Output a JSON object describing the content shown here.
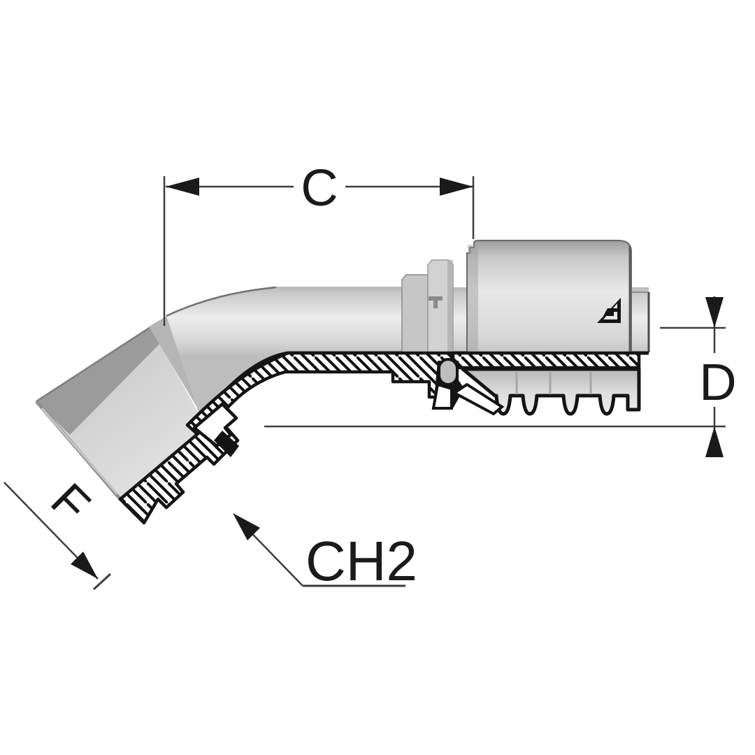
{
  "drawing": {
    "labels": {
      "c": "C",
      "d": "D",
      "f": "F",
      "ch2": "CH2"
    },
    "colors": {
      "background": "#ffffff",
      "outline": "#141414",
      "dimension_line": "#3d3d3d",
      "body_light": "#d9d9d9",
      "body_mid": "#bdbdbd",
      "facet_dark": "#9b9b9b",
      "hatch": "#111111"
    },
    "icons": {
      "logo": "manufacturer-triangle-logo"
    }
  }
}
